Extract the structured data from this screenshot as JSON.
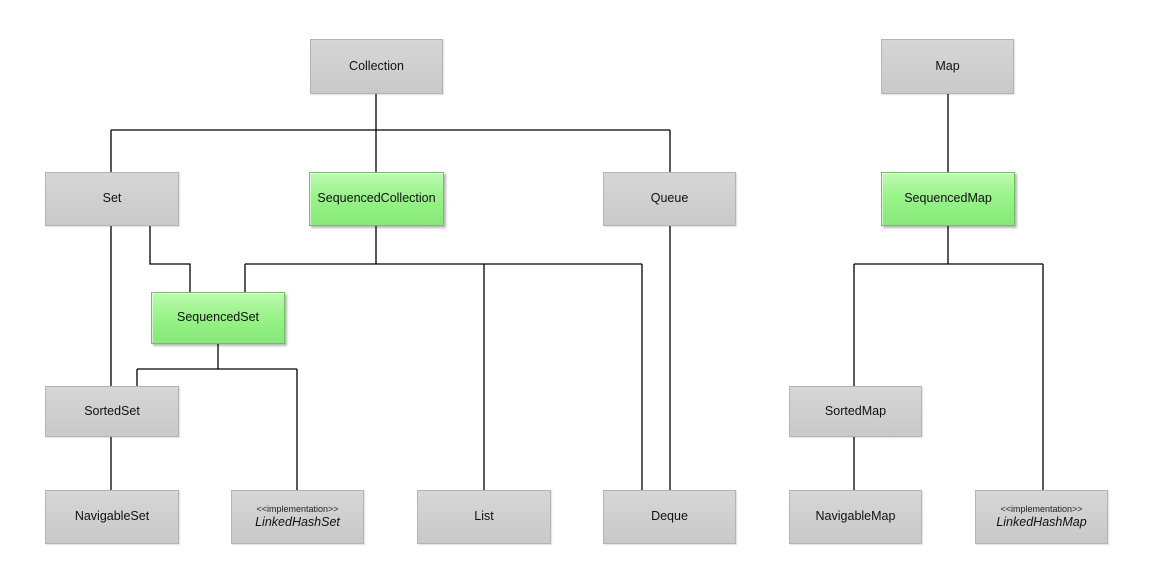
{
  "nodes": {
    "collection": "Collection",
    "set": "Set",
    "sequenced_collection": "SequencedCollection",
    "queue": "Queue",
    "sequenced_set": "SequencedSet",
    "sorted_set": "SortedSet",
    "navigable_set": "NavigableSet",
    "linked_hash_set": {
      "stereotype": "<<implementation>>",
      "name": "LinkedHashSet"
    },
    "list": "List",
    "deque": "Deque",
    "map": "Map",
    "sequenced_map": "SequencedMap",
    "sorted_map": "SortedMap",
    "navigable_map": "NavigableMap",
    "linked_hash_map": {
      "stereotype": "<<implementation>>",
      "name": "LinkedHashMap"
    }
  },
  "highlight_color": "#9af38a",
  "node_color": "#cdcdcd",
  "connector_color": "#000000"
}
